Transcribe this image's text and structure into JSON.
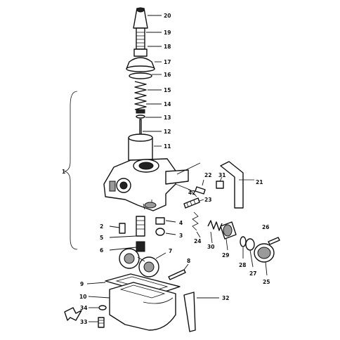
{
  "diagram": {
    "callouts": {
      "c1": "1",
      "c2": "2",
      "c3": "3",
      "c4": "4",
      "c5": "5",
      "c6": "6",
      "c7": "7",
      "c8": "8",
      "c9": "9",
      "c10": "10",
      "c11": "11",
      "c12": "12",
      "c13": "13",
      "c14": "14",
      "c15": "15",
      "c16": "16",
      "c17": "17",
      "c18": "18",
      "c19": "19",
      "c20": "20",
      "c21": "21",
      "c22": "22",
      "c23": "23",
      "c24": "24",
      "c25": "25",
      "c26": "26",
      "c27": "27",
      "c28": "28",
      "c29": "29",
      "c30": "30",
      "c31": "31",
      "c32": "32",
      "c33": "33",
      "c34": "34",
      "c42": "42"
    },
    "colors": {
      "ink": "#111111",
      "paper": "#ffffff",
      "shade": "#9a9a9a"
    },
    "icons": {
      "direction": "arrow-icon"
    }
  }
}
